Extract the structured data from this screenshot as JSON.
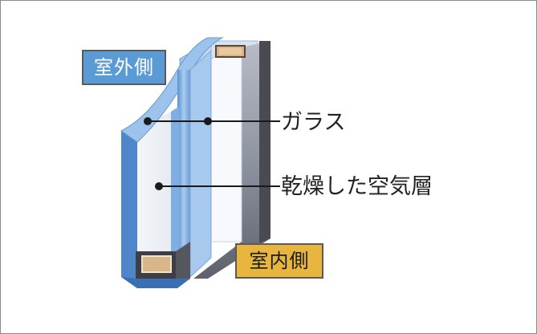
{
  "labels": {
    "outdoor_side": "室外側",
    "indoor_side": "室内側",
    "glass": "ガラス",
    "dry_air_layer": "乾燥した空気層"
  },
  "colors": {
    "outdoor_badge": "#5b9bd5",
    "indoor_badge": "#e8b63e",
    "glass_pane": "#7fb0e4",
    "frame_dark": "#4a4a52",
    "spacer": "#d9b58a"
  }
}
